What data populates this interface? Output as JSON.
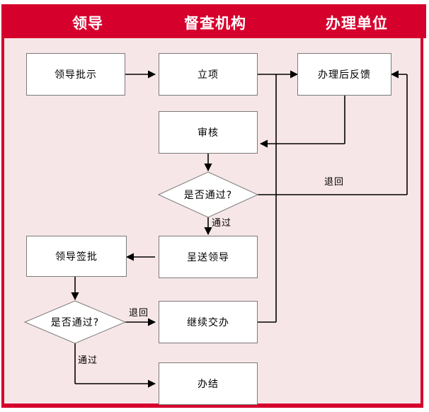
{
  "header": {
    "columns": [
      {
        "label": "领导"
      },
      {
        "label": "督查机构"
      },
      {
        "label": "办理单位"
      }
    ],
    "background_color": "#d6002d",
    "text_color": "#ffffff"
  },
  "canvas": {
    "background_color": "#f7e6e8",
    "border_color": "#d6002d"
  },
  "diagram": {
    "type": "flowchart",
    "node_fill": "#ffffff",
    "node_border": "#7a7a7a",
    "connector_color": "#000000",
    "nodes": [
      {
        "id": "leader-instruction",
        "label": "领导批示",
        "shape": "process",
        "column": "领导"
      },
      {
        "id": "project-initiation",
        "label": "立项",
        "shape": "process",
        "column": "督查机构"
      },
      {
        "id": "post-handling-feedback",
        "label": "办理后反馈",
        "shape": "process",
        "column": "办理单位"
      },
      {
        "id": "review",
        "label": "审核",
        "shape": "process",
        "column": "督查机构"
      },
      {
        "id": "decision-pass-1",
        "label": "是否通过?",
        "shape": "decision",
        "column": "督查机构"
      },
      {
        "id": "submit-to-leader",
        "label": "呈送领导",
        "shape": "process",
        "column": "督查机构"
      },
      {
        "id": "leader-signature",
        "label": "领导签批",
        "shape": "process",
        "column": "领导"
      },
      {
        "id": "decision-pass-2",
        "label": "是否通过?",
        "shape": "decision",
        "column": "领导"
      },
      {
        "id": "continue-assignment",
        "label": "继续交办",
        "shape": "process",
        "column": "督查机构"
      },
      {
        "id": "case-closed",
        "label": "办结",
        "shape": "process",
        "column": "督查机构"
      }
    ],
    "edges": [
      {
        "from": "leader-instruction",
        "to": "project-initiation",
        "label": ""
      },
      {
        "from": "project-initiation",
        "to": "post-handling-feedback",
        "label": ""
      },
      {
        "from": "post-handling-feedback",
        "to": "review",
        "label": ""
      },
      {
        "from": "review",
        "to": "decision-pass-1",
        "label": ""
      },
      {
        "from": "decision-pass-1",
        "to": "submit-to-leader",
        "label": "通过"
      },
      {
        "from": "decision-pass-1",
        "to": "post-handling-feedback",
        "label": "退回"
      },
      {
        "from": "submit-to-leader",
        "to": "leader-signature",
        "label": ""
      },
      {
        "from": "leader-signature",
        "to": "decision-pass-2",
        "label": ""
      },
      {
        "from": "decision-pass-2",
        "to": "continue-assignment",
        "label": "退回"
      },
      {
        "from": "decision-pass-2",
        "to": "case-closed",
        "label": "通过"
      },
      {
        "from": "continue-assignment",
        "to": "post-handling-feedback",
        "label": ""
      }
    ],
    "edge_labels": [
      {
        "id": "label-pass-1",
        "text": "通过"
      },
      {
        "id": "label-return-1",
        "text": "退回"
      },
      {
        "id": "label-return-2",
        "text": "退回"
      },
      {
        "id": "label-pass-2",
        "text": "通过"
      }
    ]
  }
}
